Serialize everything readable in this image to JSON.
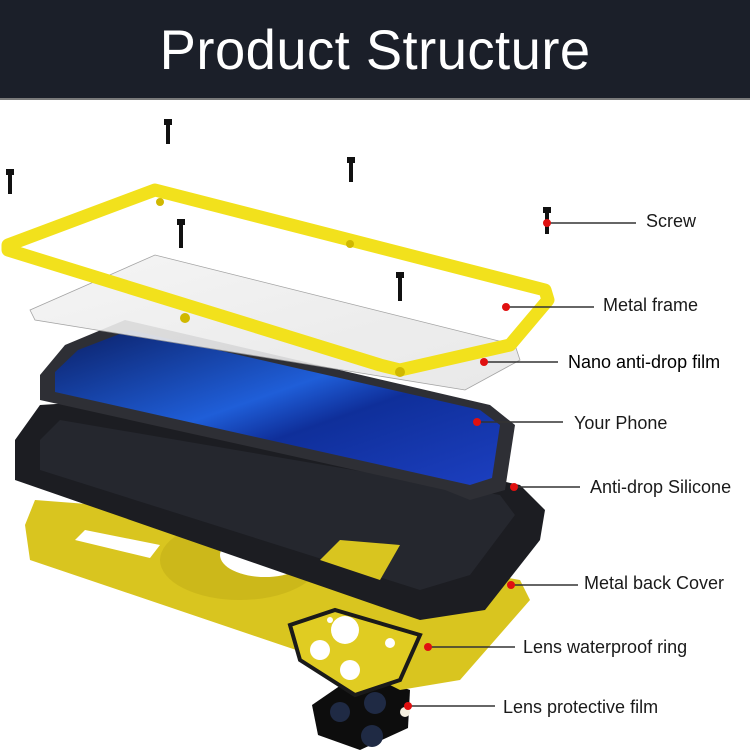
{
  "header": {
    "title": "Product Structure",
    "background": "#1b1f29"
  },
  "colors": {
    "frame_yellow": "#f2e11c",
    "back_cover_yellow": "#d9c51f",
    "callout_dot": "#e01010",
    "leader_line": "#333333",
    "silicone_black": "#1c1d22",
    "screen_blue": "#1a4fd0"
  },
  "callouts": [
    {
      "id": "screw",
      "label": "Screw"
    },
    {
      "id": "metal-frame",
      "label": "Metal frame"
    },
    {
      "id": "nano-film",
      "label": "Nano anti-drop film"
    },
    {
      "id": "phone",
      "label": "Your Phone"
    },
    {
      "id": "silicone",
      "label": "Anti-drop Silicone"
    },
    {
      "id": "back-cover",
      "label": "Metal back Cover"
    },
    {
      "id": "lens-ring",
      "label": "Lens waterproof ring"
    },
    {
      "id": "lens-film",
      "label": "Lens protective film"
    }
  ]
}
